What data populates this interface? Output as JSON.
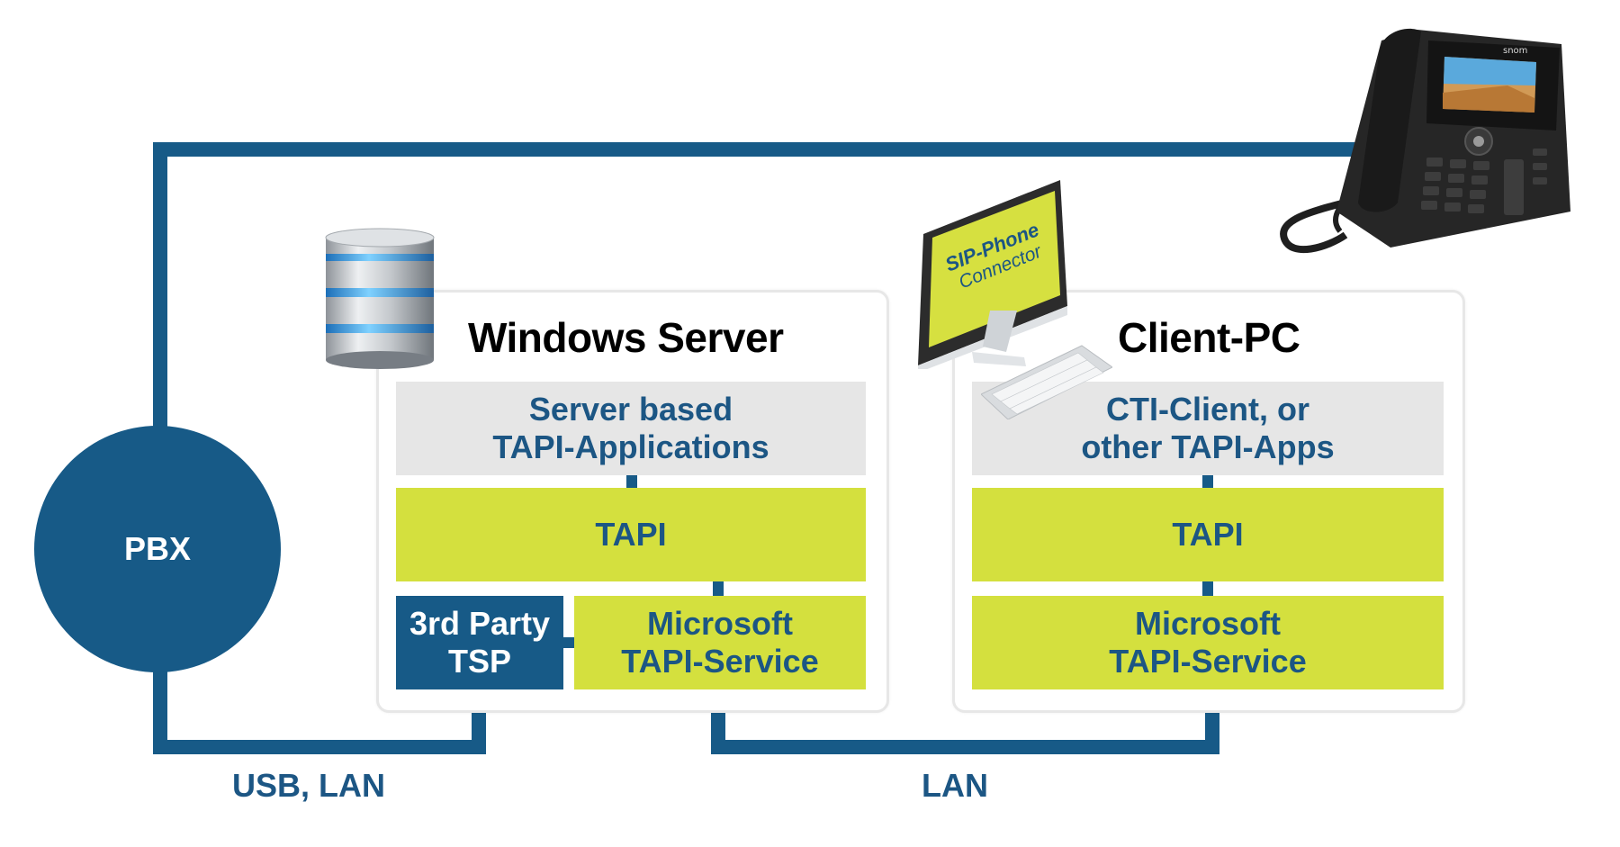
{
  "pbx": {
    "label": "PBX"
  },
  "windows_server": {
    "title": "Windows Server",
    "apps": "Server based\nTAPI-Applications",
    "tapi": "TAPI",
    "tsp": "3rd Party\nTSP",
    "service": "Microsoft\nTAPI-Service"
  },
  "client_pc": {
    "title": "Client-PC",
    "apps": "CTI-Client, or\nother TAPI-Apps",
    "tapi": "TAPI",
    "service": "Microsoft\nTAPI-Service"
  },
  "monitor": {
    "line1": "SIP-Phone",
    "line2": "Connector"
  },
  "phone": {
    "brand": "snom"
  },
  "connections": {
    "usb_lan": "USB, LAN",
    "lan": "LAN"
  },
  "colors": {
    "navy": "#175a87",
    "lime": "#d4e03e",
    "gray": "#e6e6e6",
    "text_blue": "#1c5684"
  },
  "icons": [
    "database-server-icon",
    "desktop-monitor-icon",
    "keyboard-icon",
    "desk-phone-icon"
  ]
}
